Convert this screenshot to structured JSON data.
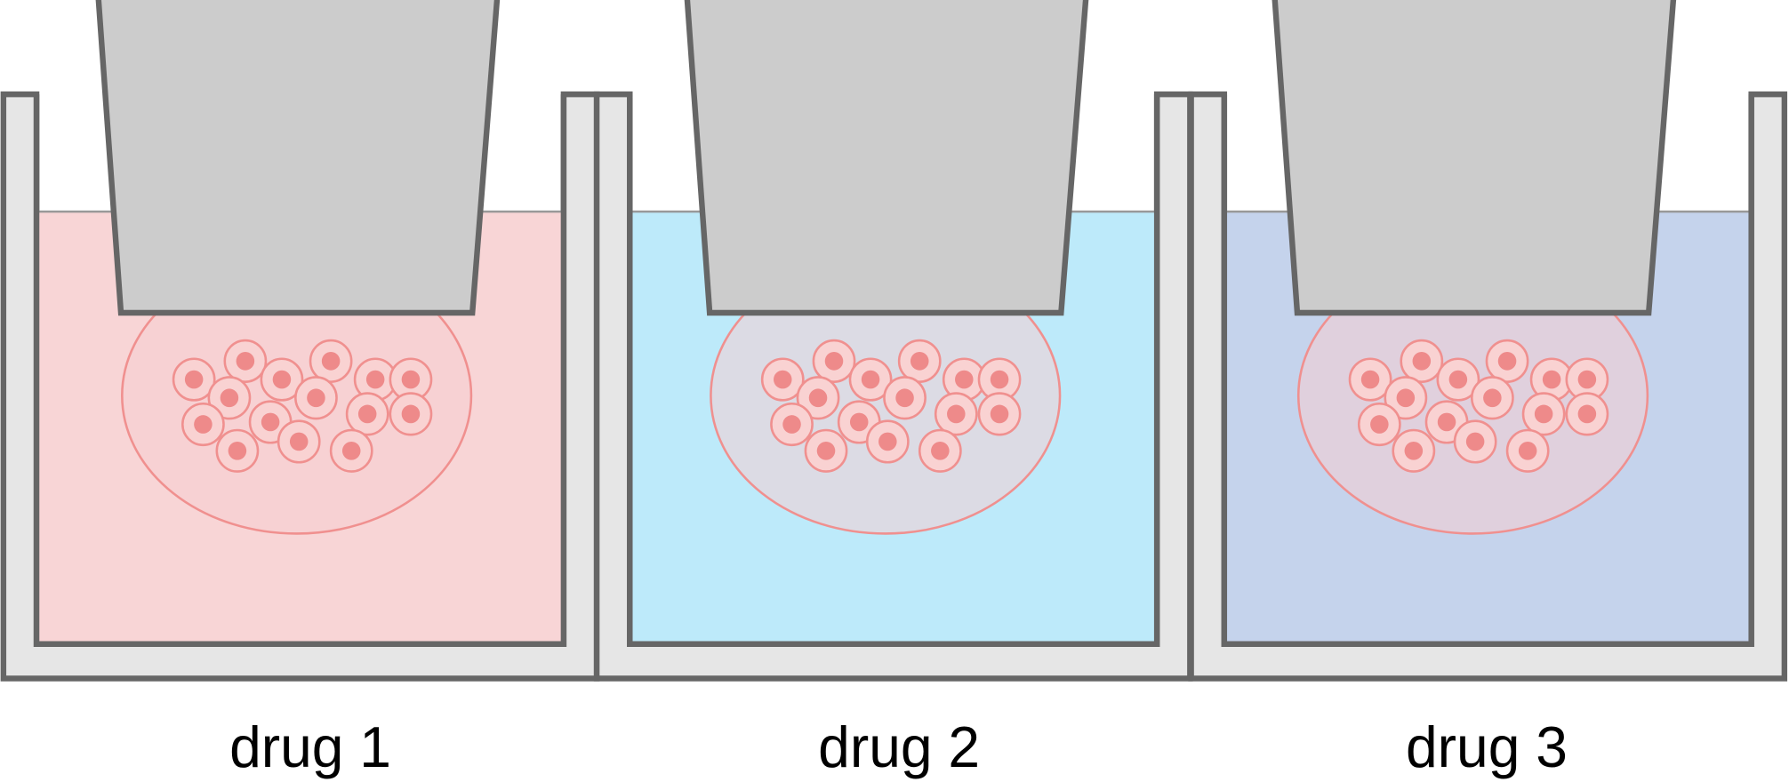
{
  "wells": [
    {
      "label": "drug 1",
      "medium_color": "#f8d5d6"
    },
    {
      "label": "drug 2",
      "medium_color": "#bdeafa"
    },
    {
      "label": "drug 3",
      "medium_color": "#c5d3ec"
    }
  ],
  "colors": {
    "well_wall": "#e6e6e6",
    "outline": "#666666",
    "insert": "#cccccc",
    "cell_fill": "#f9d2d2",
    "cell_stroke": "#f0908f",
    "nucleus": "#ee8a8a"
  }
}
